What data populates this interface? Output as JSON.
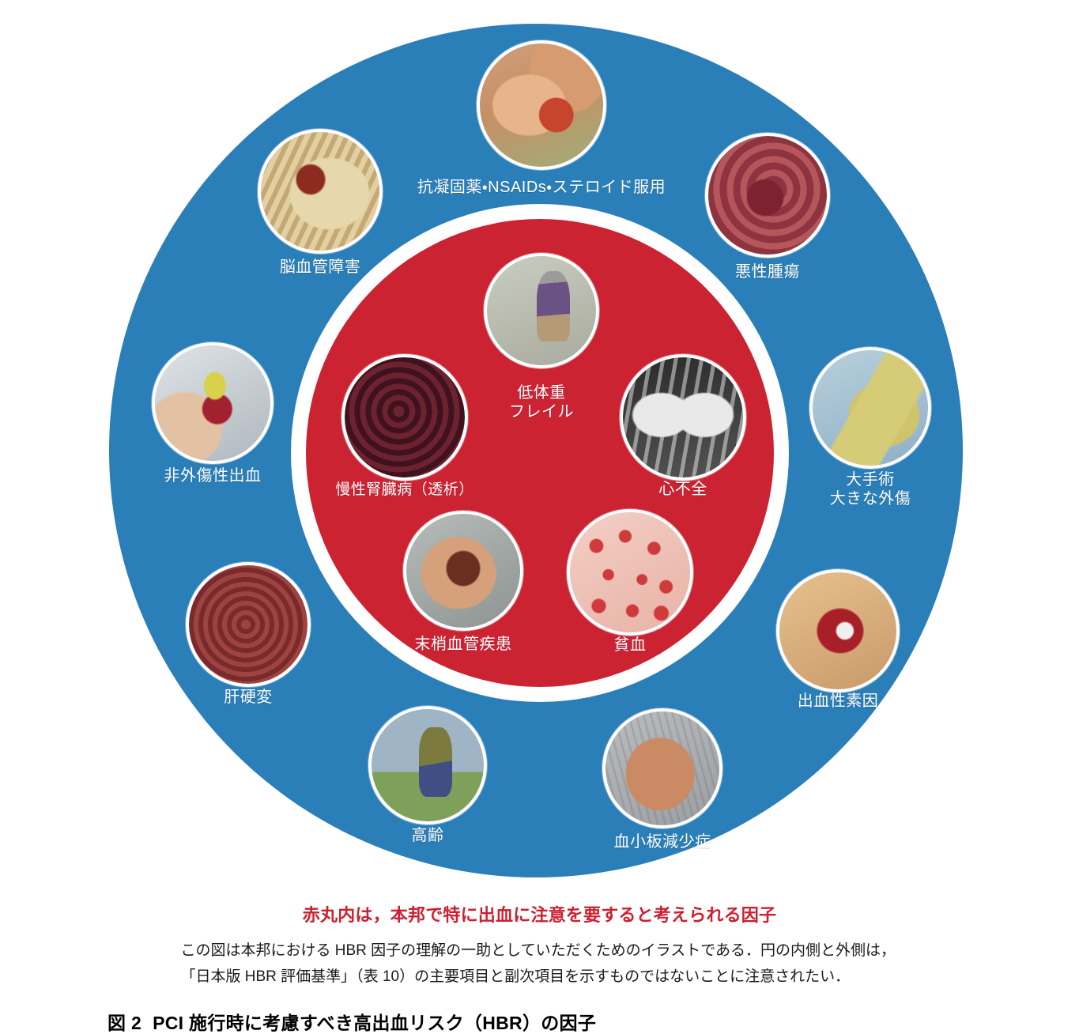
{
  "figure": {
    "outer_ring_color": "#2b7fb8",
    "inner_ring_color": "#cc2333",
    "ring_border_color": "#ffffff",
    "label_color": "#ffffff"
  },
  "outer_factors": [
    {
      "id": "anticoagulants",
      "label": "抗凝固薬・NSAIDs・ステロイド服用",
      "icon": "pills-in-hand-photo"
    },
    {
      "id": "malignancy",
      "label": "悪性腫瘍",
      "icon": "tumor-endoscopy-photo"
    },
    {
      "id": "major-surgery",
      "label": "大手術\n大きな外傷",
      "icon": "surgical-scalpel-photo"
    },
    {
      "id": "bleeding-diathesis",
      "label": "出血性素因",
      "icon": "bloodshot-eye-photo"
    },
    {
      "id": "thrombocytopenia",
      "label": "血小板減少症",
      "icon": "purpura-hand-photo"
    },
    {
      "id": "advanced-age",
      "label": "高齢",
      "icon": "elderly-person-photo"
    },
    {
      "id": "liver-cirrhosis",
      "label": "肝硬変",
      "icon": "cirrhotic-liver-photo"
    },
    {
      "id": "non-traumatic-bleeding",
      "label": "非外傷性出血",
      "icon": "blood-transfusion-photo"
    },
    {
      "id": "cerebrovascular-disease",
      "label": "脳血管障害",
      "icon": "brain-hemorrhage-photo"
    }
  ],
  "inner_factors": [
    {
      "id": "low-body-weight-frailty",
      "label": "低体重\nフレイル",
      "icon": "frail-elderly-walker-photo"
    },
    {
      "id": "heart-failure",
      "label": "心不全",
      "icon": "chest-xray-photo"
    },
    {
      "id": "anemia",
      "label": "貧血",
      "icon": "red-blood-cells-photo"
    },
    {
      "id": "peripheral-artery-disease",
      "label": "末梢血管疾患",
      "icon": "ischemic-limb-photo"
    },
    {
      "id": "chronic-kidney-disease",
      "label": "慢性腎臓病（透析）",
      "icon": "polycystic-kidney-photo"
    }
  ],
  "captions": {
    "red_caption": "赤丸内は，本邦で特に出血に注意を要すると考えられる因子",
    "red_caption_color": "#cc2031",
    "note_line_1": "この図は本邦における HBR 因子の理解の一助としていただくためのイラストである．円の内側と外側は，",
    "note_line_2": "「日本版 HBR 評価基準」（表 10）の主要項目と副次項目を示すものではないことに注意されたい．",
    "figure_number": "図 2",
    "figure_title": "PCI 施行時に考慮すべき高出血リスク（HBR）の因子"
  }
}
